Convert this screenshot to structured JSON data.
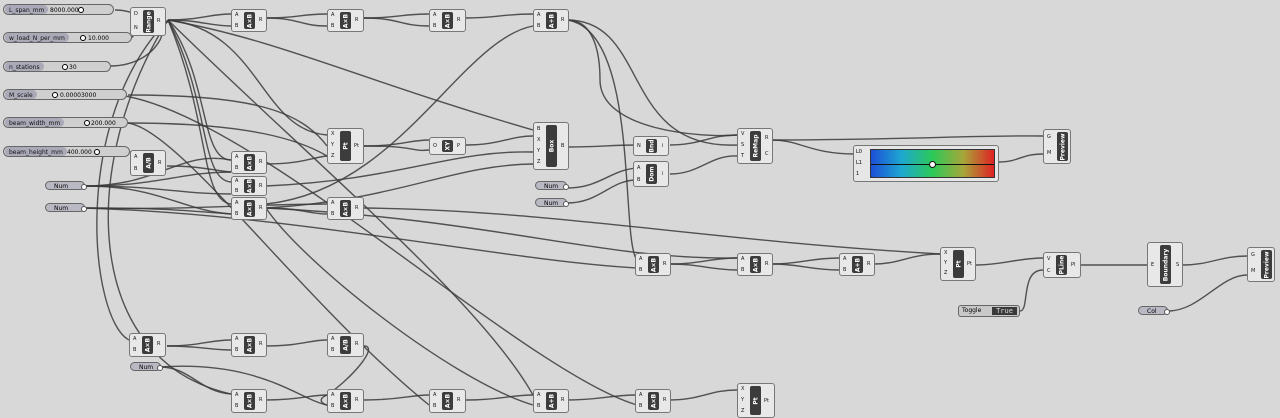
{
  "sliders": [
    {
      "name": "L_span_mm",
      "value": "8000.000"
    },
    {
      "name": "w_load_N_per_mm",
      "value": "10.000"
    },
    {
      "name": "n_stations",
      "value": "30"
    },
    {
      "name": "M_scale",
      "value": "0.00003000"
    },
    {
      "name": "beam_width_mm",
      "value": "200.000"
    },
    {
      "name": "beam_height_mm",
      "value": "400.000"
    }
  ],
  "params": {
    "num": "Num",
    "col": "Col"
  },
  "components": {
    "range": "Range",
    "mul": "A×B",
    "div": "A/B",
    "sub": "A−B",
    "add": "A+B",
    "pt": "Pt",
    "box": "Box",
    "bnd": "Bnd",
    "dom": "Dom",
    "remap": "ReMap",
    "xy": "XY",
    "preview": "Preview",
    "pline": "PLine",
    "boundary": "Boundary"
  },
  "pins": {
    "a": "A",
    "b": "B",
    "r": "R",
    "d": "D",
    "n": "N",
    "i": "I",
    "x": "X",
    "y": "Y",
    "z": "Z",
    "p": "P",
    "pt": "Pt",
    "v": "V",
    "s": "S",
    "t": "T",
    "c": "C",
    "g": "G",
    "m": "M",
    "e": "E",
    "l0": "L0",
    "l1": "L1",
    "one": "1",
    "pl": "Pl",
    "o": "O",
    "pin_i": "i"
  },
  "toggle": {
    "label": "Toggle",
    "value": "True"
  }
}
